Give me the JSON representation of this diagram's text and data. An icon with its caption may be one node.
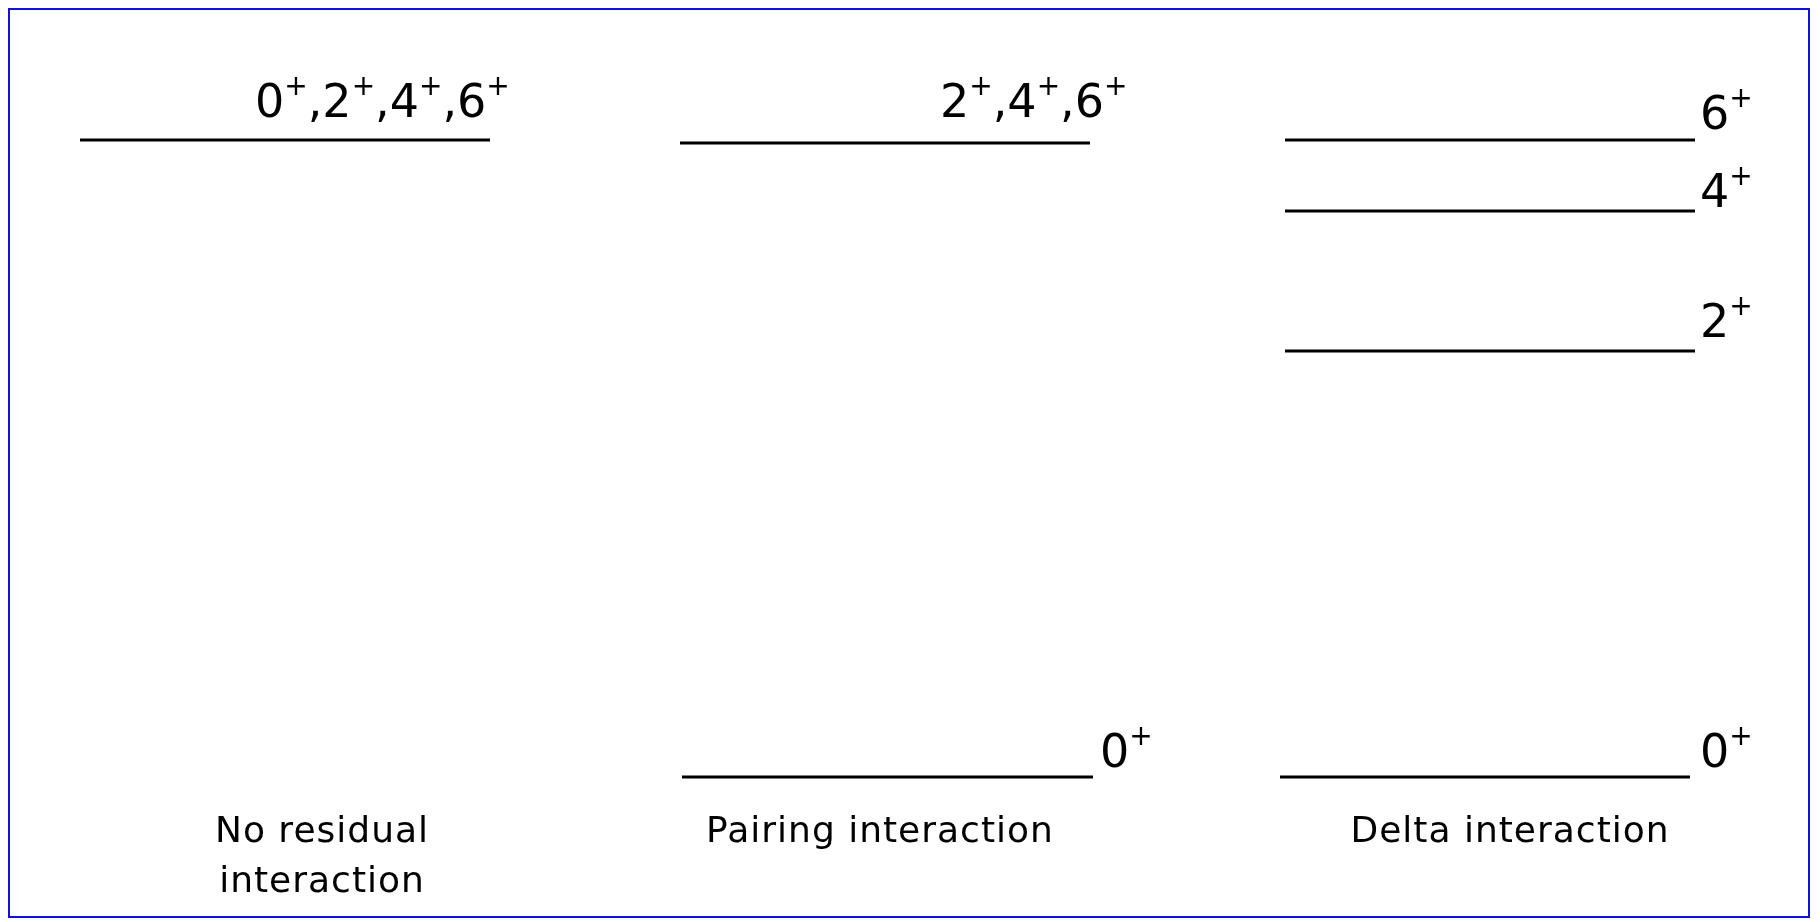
{
  "diagram": {
    "labels": [
      "0$^{+}$,2$^{+}$,4$^{+}$,6$^{+}$",
      "2$^{+}$,4$^{+}$,6$^{+}$",
      "6$^{+}$",
      "4$^{+}$",
      "2$^{+}$",
      "0$^{+}$",
      "0$^{+}$",
      "No residual interaction",
      "Pairing interaction",
      "Delta interaction"
    ]
  }
}
